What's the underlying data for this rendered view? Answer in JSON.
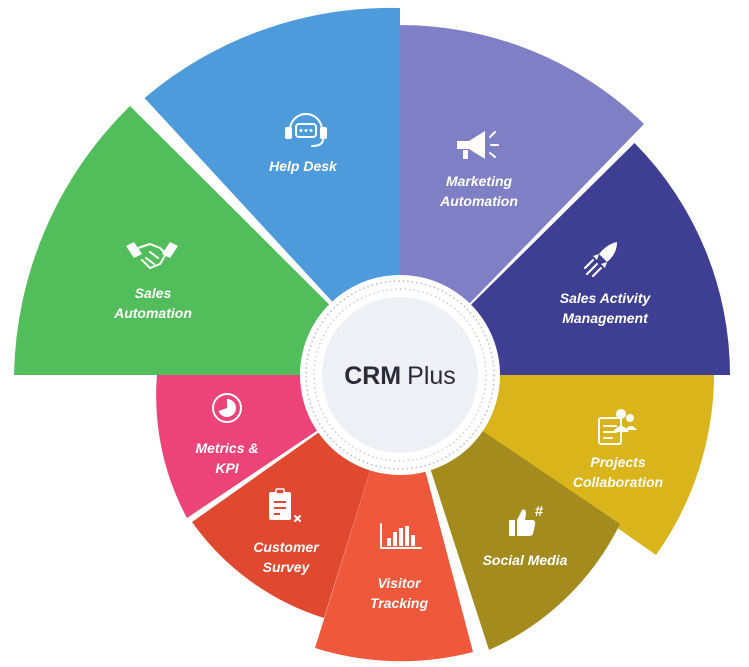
{
  "center": {
    "title_bold": "CRM",
    "title_light": "Plus"
  },
  "segments": [
    {
      "id": "help-desk",
      "lines": [
        "Help Desk"
      ],
      "color": "#4E9BDB",
      "icon": "headset-icon"
    },
    {
      "id": "marketing-automation",
      "lines": [
        "Marketing",
        "Automation"
      ],
      "color": "#7F7FC6",
      "icon": "megaphone-icon"
    },
    {
      "id": "sales-activity-management",
      "lines": [
        "Sales Activity",
        "Management"
      ],
      "color": "#3E3F92",
      "icon": "rocket-icon"
    },
    {
      "id": "projects-collaboration",
      "lines": [
        "Projects",
        "Collaboration"
      ],
      "color": "#D9B41A",
      "icon": "team-document-icon"
    },
    {
      "id": "social-media",
      "lines": [
        "Social Media"
      ],
      "color": "#A48B1E",
      "icon": "thumbs-up-hashtag-icon"
    },
    {
      "id": "visitor-tracking",
      "lines": [
        "Visitor",
        "Tracking"
      ],
      "color": "#F0583B",
      "icon": "bar-chart-icon"
    },
    {
      "id": "customer-survey",
      "lines": [
        "Customer",
        "Survey"
      ],
      "color": "#E0492F",
      "icon": "clipboard-check-icon"
    },
    {
      "id": "metrics-kpi",
      "lines": [
        "Metrics &",
        "KPI"
      ],
      "color": "#EC4479",
      "icon": "pie-chart-icon"
    },
    {
      "id": "sales-automation",
      "lines": [
        "Sales",
        "Automation"
      ],
      "color": "#52BE5B",
      "icon": "handshake-icon"
    }
  ]
}
